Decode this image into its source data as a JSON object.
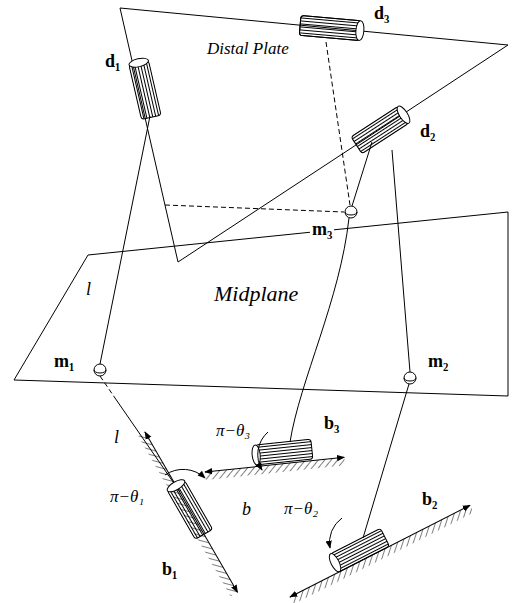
{
  "diagram": {
    "labels": [
      "d₃",
      "d₁",
      "Distal Plate",
      "d₂",
      "m₃",
      "Midplane",
      "l",
      "m₁",
      "m₂",
      "l",
      "b₃",
      "π−θ₃",
      "π−θ₁",
      "b",
      "π−θ₂",
      "b₁",
      "b₂"
    ]
  }
}
